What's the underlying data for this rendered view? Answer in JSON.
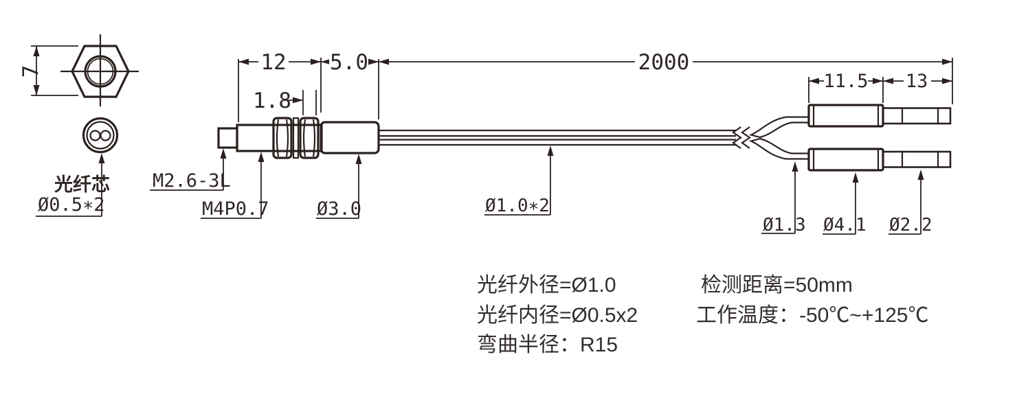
{
  "colors": {
    "line": "#2a211f",
    "text": "#2f2725",
    "spec_text": "#332e2c",
    "background": "#ffffff"
  },
  "views": {
    "hex_front": {
      "across_flats_dim": "7"
    },
    "fiber_end": {
      "core_label": "光纤芯",
      "core_size": "Ø0.5∗2"
    }
  },
  "dimensions": {
    "body_length": "12",
    "head_length": "5.0",
    "nut_gap": "1.8",
    "cable_length": "2000",
    "sleeve_length": "11.5",
    "tip_length": "13"
  },
  "callouts": {
    "tip_thread": "M2.6-3L",
    "body_thread": "M4P0.7",
    "head_diameter": "Ø3.0",
    "cable_diameter": "Ø1.0∗2",
    "branch_fiber_diameter": "Ø1.3",
    "sleeve_diameter": "Ø4.1",
    "tip_diameter": "Ø2.2"
  },
  "specs": {
    "left_lines": [
      "光纤外径=Ø1.0",
      "光纤内径=Ø0.5x2",
      "弯曲半径：R15"
    ],
    "right_lines": [
      "检测距离=50mm",
      "工作温度：-50℃~+125℃"
    ]
  }
}
